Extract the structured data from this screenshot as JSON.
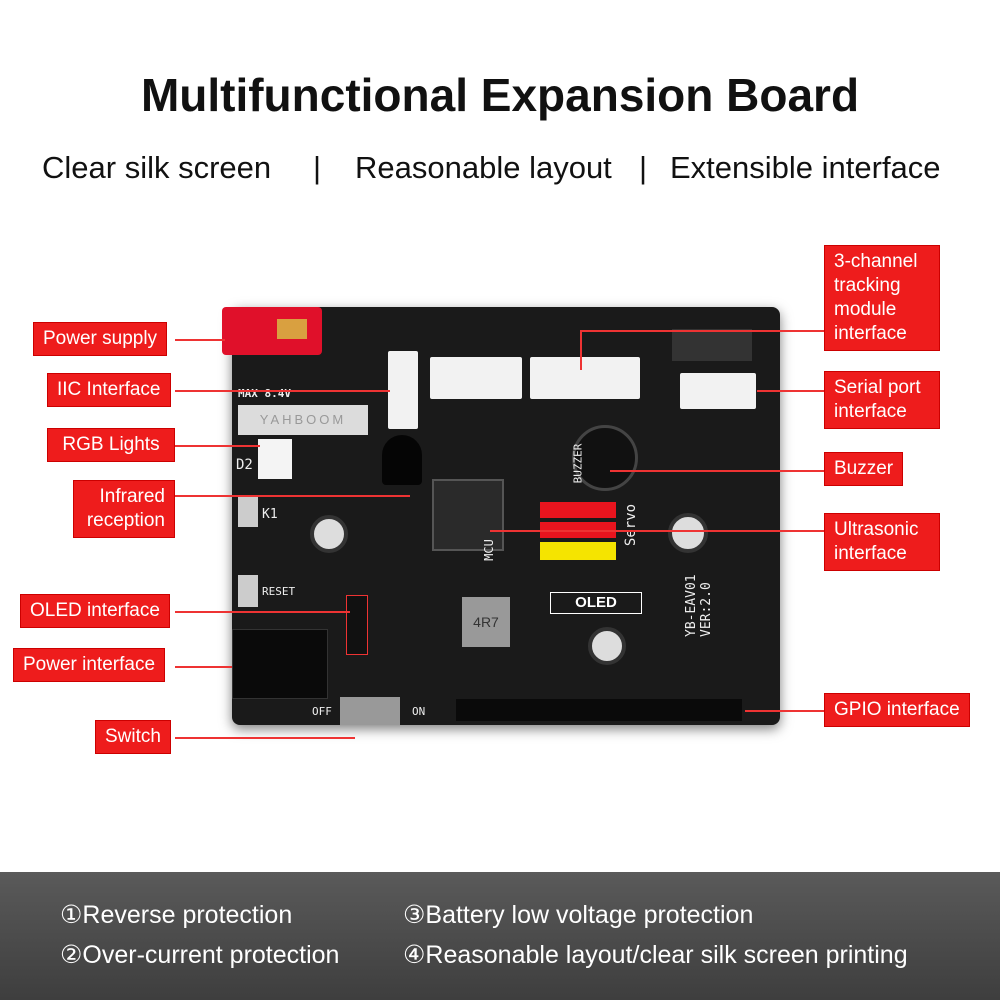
{
  "title": "Multifunctional Expansion Board",
  "subtitles": [
    "Clear silk screen",
    "|",
    "Reasonable layout",
    "|",
    "Extensible interface"
  ],
  "labels_left": [
    "Power supply",
    "IIC Interface",
    "RGB Lights",
    "Infrared reception",
    "OLED interface",
    "Power interface",
    "Switch"
  ],
  "labels_right": [
    "3-channel tracking module interface",
    "Serial port interface",
    "Buzzer",
    "Ultrasonic interface",
    "GPIO interface"
  ],
  "board": {
    "max_voltage": "MAX 8.4V",
    "brand": "YAHBOOM",
    "version": "YB-EAV01 VER:2.0",
    "oled": "OLED",
    "inductor": "4R7",
    "servo": "Servo",
    "buzzer": "BUZZER",
    "reset": "RESET",
    "k1": "K1",
    "d2": "D2",
    "mcu": "MCU",
    "on": "ON",
    "off": "OFF"
  },
  "features": [
    "①Reverse protection",
    "③Battery low voltage protection",
    "②Over-current protection",
    "④Reasonable layout/clear silk screen printing"
  ],
  "colors": {
    "accent": "#ee1c1c",
    "board": "#1a1a1a",
    "band": "#4a4a4a"
  }
}
